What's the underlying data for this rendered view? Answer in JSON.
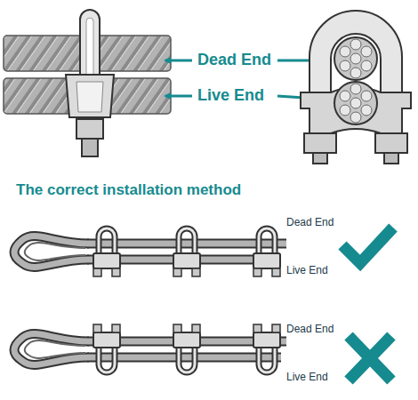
{
  "diagram": {
    "labels": [
      "Dead End",
      "Live End",
      "The correct installation method",
      "Dead End",
      "Live End",
      "Dead End",
      "Live End"
    ]
  }
}
